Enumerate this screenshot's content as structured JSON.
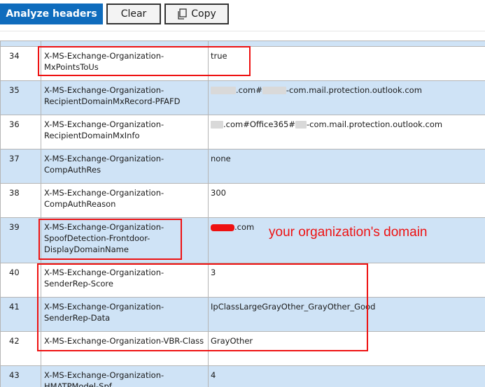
{
  "toolbar": {
    "analyze_label": "Analyze headers",
    "clear_label": "Clear",
    "copy_label": "Copy",
    "primary_color": "#0f6cbd"
  },
  "annotation": {
    "text": "your organization's domain",
    "color": "#ee1111"
  },
  "rows": [
    {
      "num": "34",
      "name_lines": [
        "X-MS-Exchange-Organization-",
        "MxPointsToUs"
      ],
      "value": "true"
    },
    {
      "num": "35",
      "name_lines": [
        "X-MS-Exchange-Organization-",
        "RecipientDomainMxRecord-PFAFD"
      ],
      "value_suffix1": ".com#",
      "value_suffix2": "-com.mail.protection.outlook.com"
    },
    {
      "num": "36",
      "name_lines": [
        "X-MS-Exchange-Organization-",
        "RecipientDomainMxInfo"
      ],
      "value_suffix1": ".com#Office365#",
      "value_suffix2": "-com.mail.protection.outlook.com"
    },
    {
      "num": "37",
      "name_lines": [
        "X-MS-Exchange-Organization-",
        "CompAuthRes"
      ],
      "value": "none"
    },
    {
      "num": "38",
      "name_lines": [
        "X-MS-Exchange-Organization-",
        "CompAuthReason"
      ],
      "value": "300"
    },
    {
      "num": "39",
      "name_lines": [
        "X-MS-Exchange-Organization-",
        "SpoofDetection-Frontdoor-",
        "DisplayDomainName"
      ],
      "value_suffix1": ".com"
    },
    {
      "num": "40",
      "name_lines": [
        "X-MS-Exchange-Organization-",
        "SenderRep-Score"
      ],
      "value": "3"
    },
    {
      "num": "41",
      "name_lines": [
        "X-MS-Exchange-Organization-",
        "SenderRep-Data"
      ],
      "value": "IpClassLargeGrayOther_GrayOther_Good"
    },
    {
      "num": "42",
      "name_lines": [
        "X-MS-Exchange-Organization-VBR-Class"
      ],
      "value": "GrayOther"
    },
    {
      "num": "43",
      "name_lines": [
        "X-MS-Exchange-Organization-",
        "HMATPModel-Spf"
      ],
      "value": "4"
    }
  ]
}
